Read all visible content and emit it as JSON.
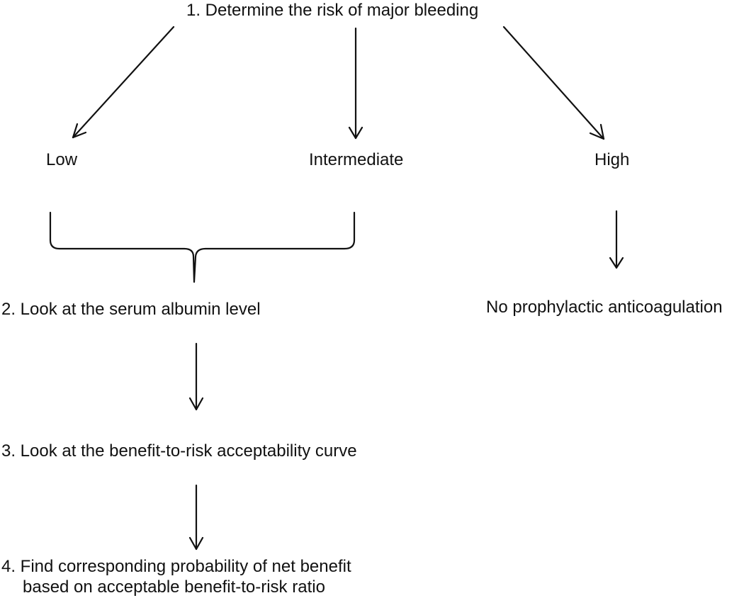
{
  "diagram": {
    "step1": "1. Determine the risk of major bleeding",
    "risk_levels": {
      "low": "Low",
      "intermediate": "Intermediate",
      "high": "High"
    },
    "step2": "2. Look at the serum albumin level",
    "high_outcome": "No prophylactic anticoagulation",
    "step3": "3. Look at the benefit-to-risk acceptability curve",
    "step4_line1": "4.  Find corresponding probability of net benefit",
    "step4_line2": "based on acceptable benefit-to-risk ratio"
  }
}
